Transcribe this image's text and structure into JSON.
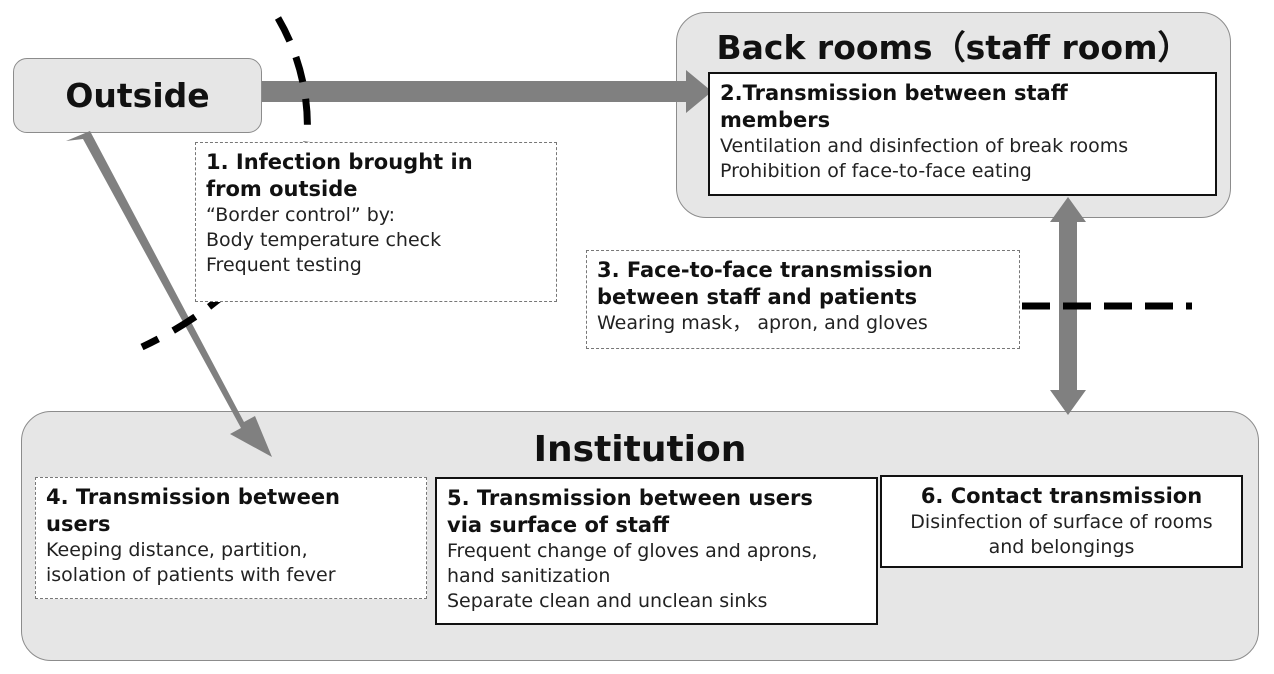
{
  "zones": {
    "outside": {
      "label": "Outside"
    },
    "back_rooms": {
      "label": "Back rooms（staff room）"
    },
    "institution": {
      "label": "Institution"
    }
  },
  "boxes": {
    "b1": {
      "heading_lines": [
        "1. Infection brought in",
        "from outside"
      ],
      "lines": [
        "“Border control” by:",
        "Body temperature check",
        "Frequent testing"
      ]
    },
    "b2": {
      "heading_lines": [
        "2.Transmission between staff",
        "members"
      ],
      "lines": [
        "Ventilation and disinfection of break rooms",
        "Prohibition of face-to-face eating"
      ]
    },
    "b3": {
      "heading_lines": [
        "3. Face-to-face transmission",
        "between staff and patients"
      ],
      "lines": [
        "Wearing mask， apron, and gloves"
      ]
    },
    "b4": {
      "heading_lines": [
        "4. Transmission between",
        "users"
      ],
      "lines": [
        "Keeping distance, partition,",
        "isolation of patients with fever"
      ]
    },
    "b5": {
      "heading_lines": [
        "5. Transmission between users",
        "via surface of staff"
      ],
      "lines": [
        "Frequent change of gloves and aprons,",
        "hand sanitization",
        "Separate clean and unclean sinks"
      ]
    },
    "b6": {
      "heading_lines": [
        "6. Contact transmission"
      ],
      "lines": [
        "Disinfection of surface of rooms",
        "and belongings"
      ]
    }
  },
  "colors": {
    "zone_fill": "#e6e6e6",
    "arrow": "#808080",
    "barrier": "#000000"
  }
}
